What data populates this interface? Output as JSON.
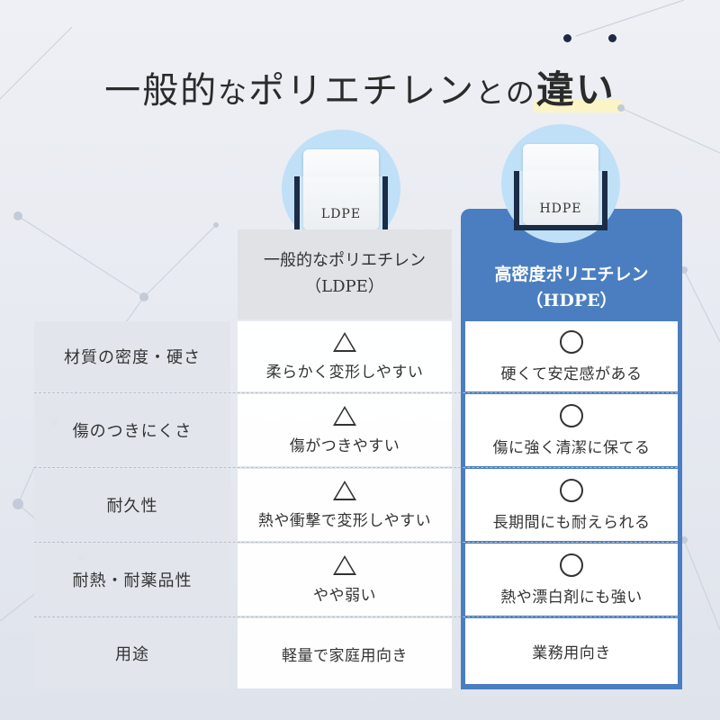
{
  "title": {
    "part1": "一般的",
    "part2": "な",
    "part3": "ポリエチレン",
    "part4": "との",
    "emph": "違い"
  },
  "products": {
    "ldpe_label": "LDPE",
    "hdpe_label": "HDPE"
  },
  "columns": {
    "ldpe": {
      "name": "一般的なポリエチレン",
      "abbr": "（LDPE）"
    },
    "hdpe": {
      "name": "高密度ポリエチレン",
      "abbr": "（HDPE）"
    }
  },
  "rows": [
    {
      "label": "材質の密度・硬さ",
      "ldpe_mark": "triangle",
      "ldpe": "柔らかく変形しやすい",
      "hdpe_mark": "circle",
      "hdpe": "硬くて安定感がある"
    },
    {
      "label": "傷のつきにくさ",
      "ldpe_mark": "triangle",
      "ldpe": "傷がつきやすい",
      "hdpe_mark": "circle",
      "hdpe": "傷に強く清潔に保てる"
    },
    {
      "label": "耐久性",
      "ldpe_mark": "triangle",
      "ldpe": "熱や衝撃で変形しやすい",
      "hdpe_mark": "circle",
      "hdpe": "長期間にも耐えられる"
    },
    {
      "label": "耐熱・耐薬品性",
      "ldpe_mark": "triangle",
      "ldpe": "やや弱い",
      "hdpe_mark": "circle",
      "hdpe": "熱や漂白剤にも強い"
    },
    {
      "label": "用途",
      "ldpe_mark": "",
      "ldpe": "軽量で家庭用向き",
      "hdpe_mark": "",
      "hdpe": "業務用向き"
    }
  ],
  "colors": {
    "hdpe_accent": "#4a7ec0",
    "icon_bg": "#bfe0f7",
    "holder": "#1b2c46",
    "highlight": "#fbf4c6"
  }
}
